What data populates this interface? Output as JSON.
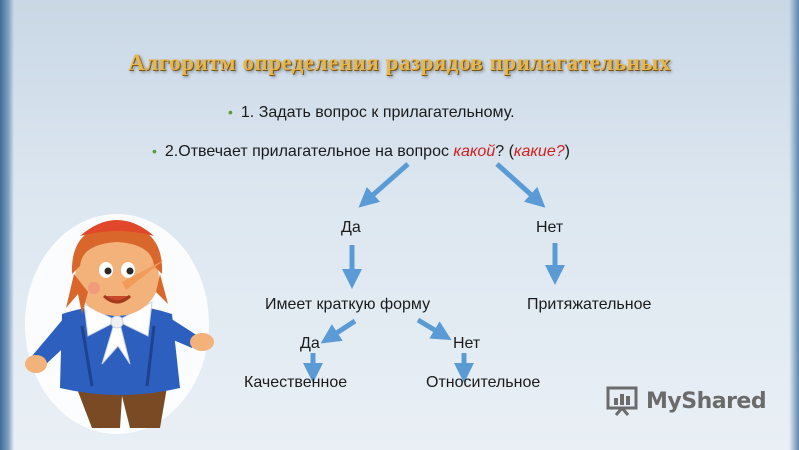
{
  "title": "Алгоритм определения разрядов прилагательных",
  "bullets": [
    {
      "text": "1. Задать вопрос к прилагательному."
    },
    {
      "prefix": "2.Отвечает прилагательное на вопрос ",
      "red1": "какой",
      "mid": "? (",
      "red2": "какие?",
      "suffix": ")"
    }
  ],
  "tree": {
    "yes1": "Да",
    "no1": "Нет",
    "short_form": "Имеет краткую форму",
    "possessive": "Притяжательное",
    "yes2": "Да",
    "no2": "Нет",
    "qualitative": "Качественное",
    "relative": "Относительное"
  },
  "colors": {
    "arrow": "#5b9bd5",
    "title": "#e8b64a",
    "accent_red": "#d11f1f"
  },
  "icons": {
    "watermark_logo": "presentation-board-icon",
    "character": "pinocchio-cartoon-illustration"
  },
  "watermark": {
    "text": "MyShared"
  }
}
